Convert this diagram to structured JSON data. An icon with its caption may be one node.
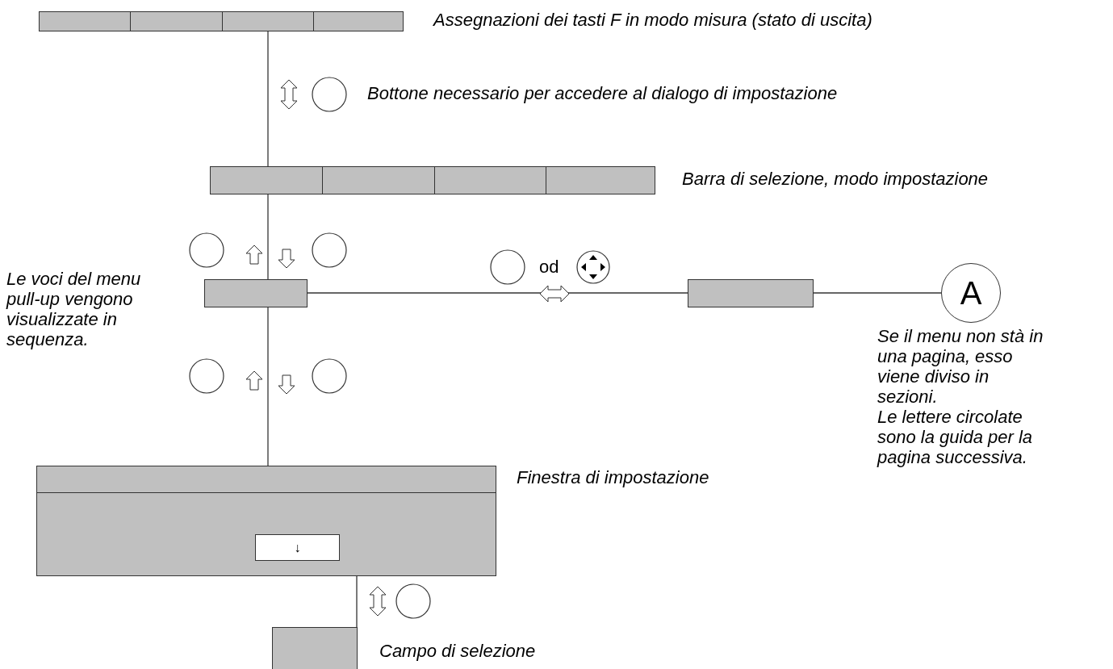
{
  "diagram": {
    "nodes": [
      {
        "text": [],
        "shape": "bar",
        "beside": [
          "Assegnazioni dei tasti F in modo misura (stato di uscita)"
        ]
      },
      {
        "text": [],
        "shape": "bar",
        "beside": [
          "Barra di selezione, modo impostazione"
        ]
      },
      {
        "text": [],
        "shape": "box",
        "beside": [
          "Le voci del menu pull-up vengono visualizzate in sequenza."
        ]
      },
      {
        "text": [],
        "shape": "box"
      },
      {
        "text": [
          "A"
        ],
        "beside": [
          "Se il menu non stà in una pagina, esso viene diviso in sezioni.",
          "Le lettere circolate sono la guida per la pagina successiva."
        ]
      },
      {
        "text": [],
        "shape": "box",
        "beside": [
          "Finestra di impostazione"
        ]
      },
      {
        "text": [
          "↓"
        ],
        "in": 5
      },
      {
        "text": [],
        "shape": "box",
        "beside": [
          "Campo di selezione"
        ]
      }
    ],
    "edges": [
      {
        "from": 0,
        "to": 1,
        "arrow": "none"
      },
      {
        "from": 1,
        "to": 2,
        "arrow": "none"
      },
      {
        "from": 2,
        "to": 5,
        "arrow": "none"
      },
      {
        "from": 2,
        "to": 3,
        "arrow": "none"
      },
      {
        "from": 3,
        "to": 4,
        "arrow": "none"
      },
      {
        "from": 6,
        "to": 7,
        "arrow": "none"
      }
    ],
    "labels": [
      "Bottone necessario per accedere al dialogo di impostazione",
      "od"
    ]
  }
}
